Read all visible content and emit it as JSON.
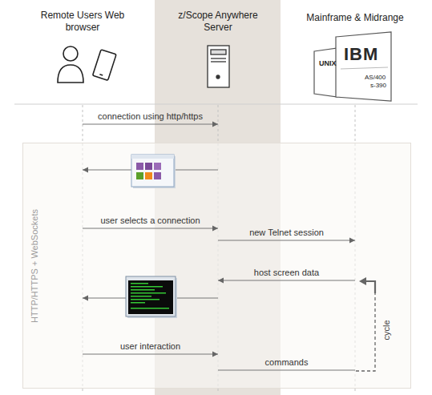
{
  "diagram": {
    "nodes": [
      {
        "text": [
          "Remote Users Web browser"
        ]
      },
      {
        "text": [
          "z/Scope Anywhere Server"
        ]
      },
      {
        "text": [
          "Mainframe & Midrange"
        ]
      },
      {
        "text": [
          "HTTP/HTTPS + WebSockets"
        ]
      }
    ],
    "edges": [
      {
        "from": 0,
        "to": 1,
        "label": "connection using http/https",
        "arrow": "to"
      },
      {
        "from": 1,
        "to": 0,
        "arrow": "to"
      },
      {
        "from": 0,
        "to": 1,
        "label": "user selects a connection",
        "arrow": "to"
      },
      {
        "from": 1,
        "to": 2,
        "label": "new Telnet session",
        "arrow": "to"
      },
      {
        "from": 2,
        "to": 1,
        "label": "host screen data",
        "arrow": "to"
      },
      {
        "from": 1,
        "to": 0,
        "arrow": "to"
      },
      {
        "from": 0,
        "to": 1,
        "label": "user interaction",
        "arrow": "to"
      },
      {
        "from": 1,
        "to": 2,
        "label": "commands",
        "arrow": "none"
      }
    ],
    "labels": [
      "UNIX",
      "IBM",
      "AS/400",
      "s-390",
      "cycle"
    ]
  }
}
